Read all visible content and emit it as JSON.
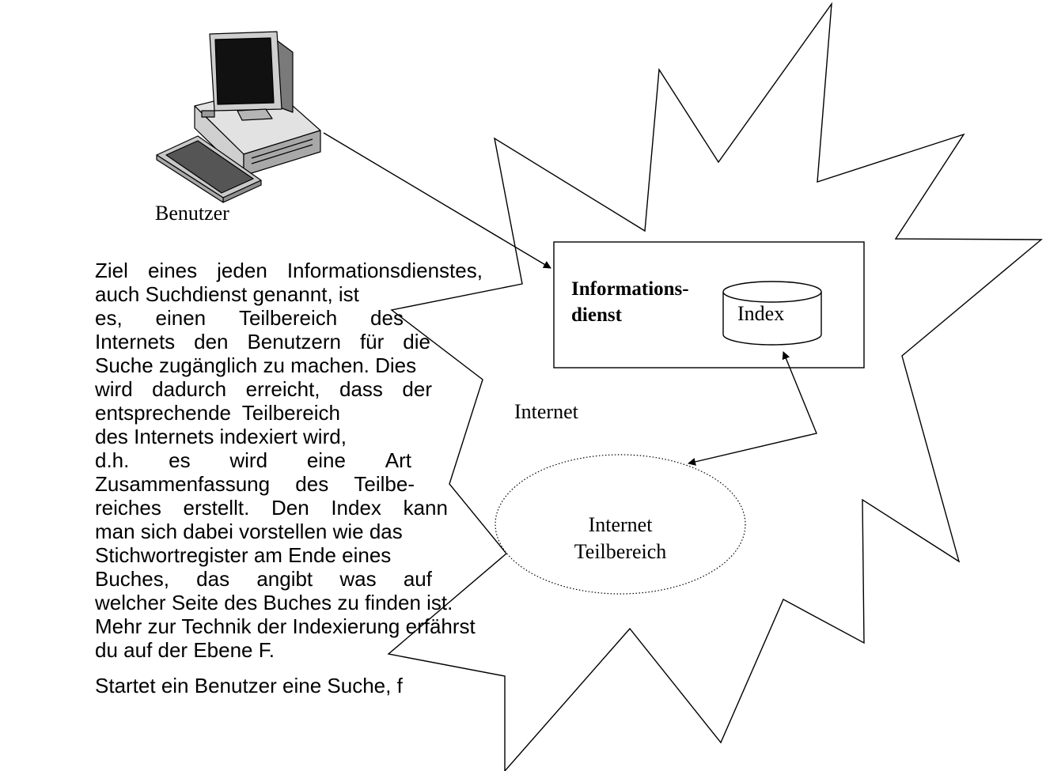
{
  "diagram": {
    "user_label": "Benutzer",
    "service_label_line1": "Informations-",
    "service_label_line2": "dienst",
    "index_label": "Index",
    "internet_label": "Internet",
    "subarea_label_line1": "Internet",
    "subarea_label_line2": "Teilbereich"
  },
  "text": {
    "lines": [
      [
        "Ziel",
        "eines",
        "jeden",
        "Informationsdienstes,"
      ],
      [
        "auch Suchdienst genannt, ist"
      ],
      [
        "es,",
        "einen",
        "Teilbereich",
        "des"
      ],
      [
        "Internets",
        "den",
        "Benutzern",
        "für",
        "die"
      ],
      [
        "Suche zugänglich zu machen. Dies"
      ],
      [
        "wird",
        "dadurch",
        "erreicht,",
        "dass",
        "der"
      ],
      [
        "entsprechende",
        "Teilbereich"
      ],
      [
        "des Internets indexiert wird,"
      ],
      [
        "d.h.",
        "es",
        "wird",
        "eine",
        "Art"
      ],
      [
        "Zusammenfassung",
        "des",
        "Teilbe-"
      ],
      [
        "reiches",
        "erstellt.",
        "Den",
        "Index",
        "kann"
      ],
      [
        "man sich dabei vorstellen wie das"
      ],
      [
        "Stichwortregister am Ende eines"
      ],
      [
        "Buches,",
        "das",
        "angibt",
        "was",
        "auf"
      ],
      [
        "welcher Seite des Buches zu finden ist."
      ],
      [
        "Mehr zur Technik der Indexierung erfährst"
      ],
      [
        "du auf der Ebene F."
      ]
    ],
    "partial_line": "Startet ein Benutzer eine Suche, f"
  }
}
